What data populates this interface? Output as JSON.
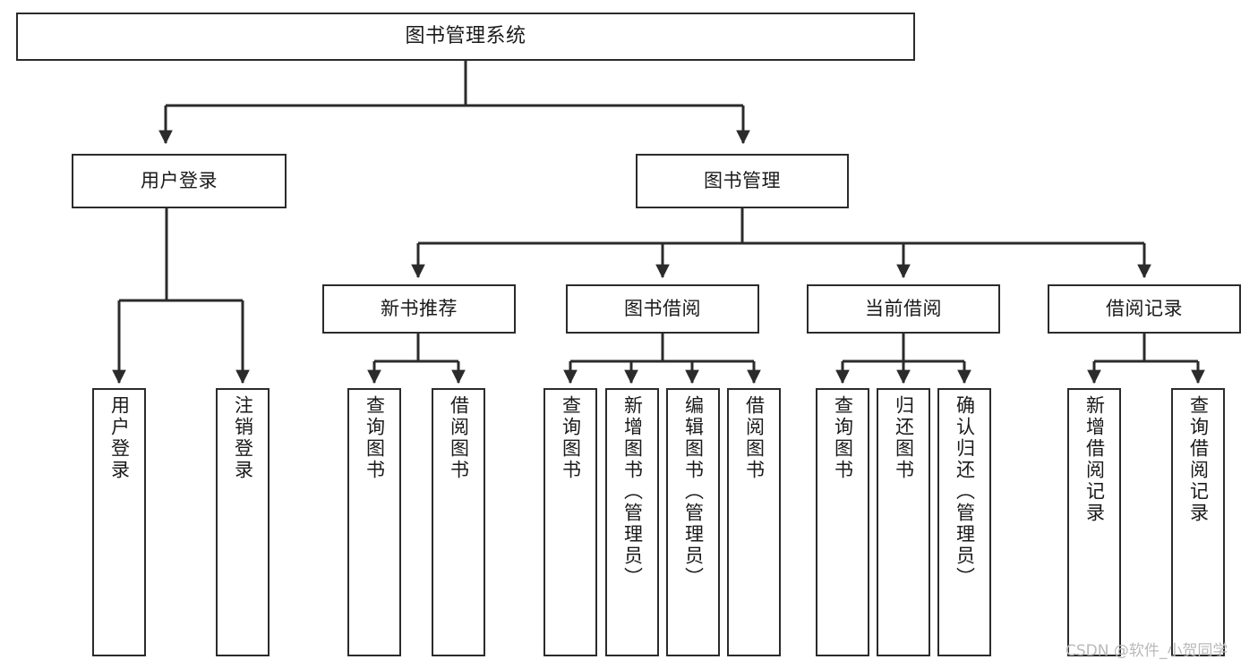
{
  "diagram": {
    "title": "图书管理系统",
    "type": "tree",
    "watermark": "CSDN @软件_小贺同学",
    "stroke_color": "#2b2b2b",
    "fill_color": "#ffffff",
    "text_color": "#1a1a1a",
    "nodes": {
      "root": "图书管理系统",
      "level2": {
        "user_login": "用户登录",
        "book_manage": "图书管理"
      },
      "level3": {
        "new_book_recommend": "新书推荐",
        "book_borrow": "图书借阅",
        "current_borrow": "当前借阅",
        "borrow_record": "借阅记录"
      },
      "leaves": {
        "user_login_children": [
          "用户登录",
          "注销登录"
        ],
        "new_book_recommend_children": [
          "查询图书",
          "借阅图书"
        ],
        "book_borrow_children": [
          "查询图书",
          "新增图书（管理员）",
          "编辑图书（管理员）",
          "借阅图书"
        ],
        "current_borrow_children": [
          "查询图书",
          "归还图书",
          "确认归还（管理员）"
        ],
        "borrow_record_children": [
          "新增借阅记录",
          "查询借阅记录"
        ]
      }
    }
  },
  "chart_data": {
    "type": "table",
    "title": "图书管理系统",
    "hierarchy": [
      {
        "label": "图书管理系统",
        "level": 1,
        "children": [
          {
            "label": "用户登录",
            "level": 2,
            "children": [
              {
                "label": "用户登录",
                "level": 3,
                "children": []
              },
              {
                "label": "注销登录",
                "level": 3,
                "children": []
              }
            ]
          },
          {
            "label": "图书管理",
            "level": 2,
            "children": [
              {
                "label": "新书推荐",
                "level": 3,
                "children": [
                  {
                    "label": "查询图书",
                    "level": 4,
                    "children": []
                  },
                  {
                    "label": "借阅图书",
                    "level": 4,
                    "children": []
                  }
                ]
              },
              {
                "label": "图书借阅",
                "level": 3,
                "children": [
                  {
                    "label": "查询图书",
                    "level": 4,
                    "children": []
                  },
                  {
                    "label": "新增图书（管理员）",
                    "level": 4,
                    "children": []
                  },
                  {
                    "label": "编辑图书（管理员）",
                    "level": 4,
                    "children": []
                  },
                  {
                    "label": "借阅图书",
                    "level": 4,
                    "children": []
                  }
                ]
              },
              {
                "label": "当前借阅",
                "level": 3,
                "children": [
                  {
                    "label": "查询图书",
                    "level": 4,
                    "children": []
                  },
                  {
                    "label": "归还图书",
                    "level": 4,
                    "children": []
                  },
                  {
                    "label": "确认归还（管理员）",
                    "level": 4,
                    "children": []
                  }
                ]
              },
              {
                "label": "借阅记录",
                "level": 3,
                "children": [
                  {
                    "label": "新增借阅记录",
                    "level": 4,
                    "children": []
                  },
                  {
                    "label": "查询借阅记录",
                    "level": 4,
                    "children": []
                  }
                ]
              }
            ]
          }
        ]
      }
    ]
  }
}
